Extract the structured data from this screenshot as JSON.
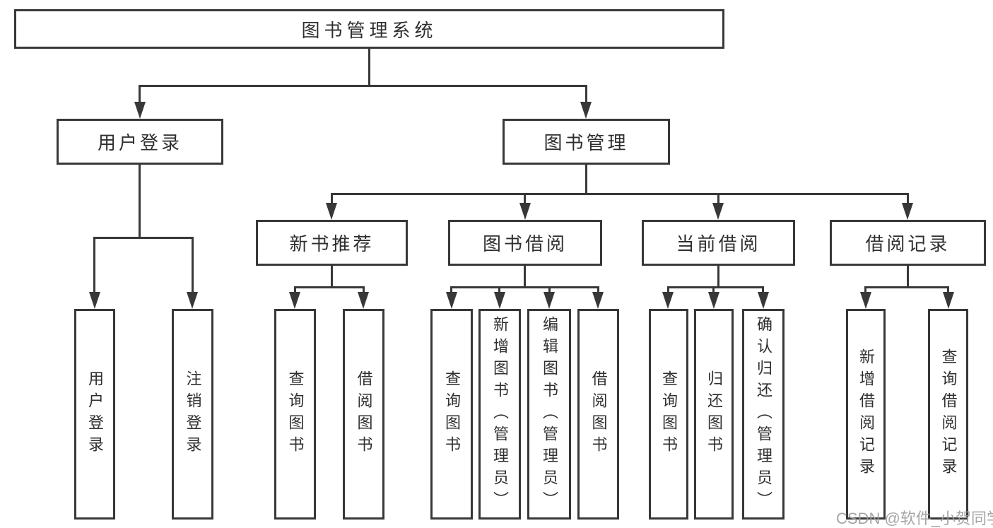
{
  "diagram": {
    "title": "图书管理系统",
    "level2": [
      {
        "label": "用户登录"
      },
      {
        "label": "图书管理"
      }
    ],
    "level3": [
      {
        "label": "新书推荐"
      },
      {
        "label": "图书借阅"
      },
      {
        "label": "当前借阅"
      },
      {
        "label": "借阅记录"
      }
    ],
    "leaves": {
      "user": [
        {
          "label": "用户登录"
        },
        {
          "label": "注销登录"
        }
      ],
      "recommend": [
        {
          "label": "查询图书"
        },
        {
          "label": "借阅图书"
        }
      ],
      "borrow": [
        {
          "label": "查询图书"
        },
        {
          "label": "新增图书（管理员）"
        },
        {
          "label": "编辑图书（管理员）"
        },
        {
          "label": "借阅图书"
        }
      ],
      "current": [
        {
          "label": "查询图书"
        },
        {
          "label": "归还图书"
        },
        {
          "label": "确认归还（管理员）"
        }
      ],
      "records": [
        {
          "label": "新增借阅记录"
        },
        {
          "label": "查询借阅记录"
        }
      ]
    },
    "colors": {
      "line": "#383838",
      "text": "#2f2f2f",
      "watermark": "#9c9c9c",
      "background": "#ffffff"
    },
    "watermark": "CSDN @软件_小贺同学"
  }
}
